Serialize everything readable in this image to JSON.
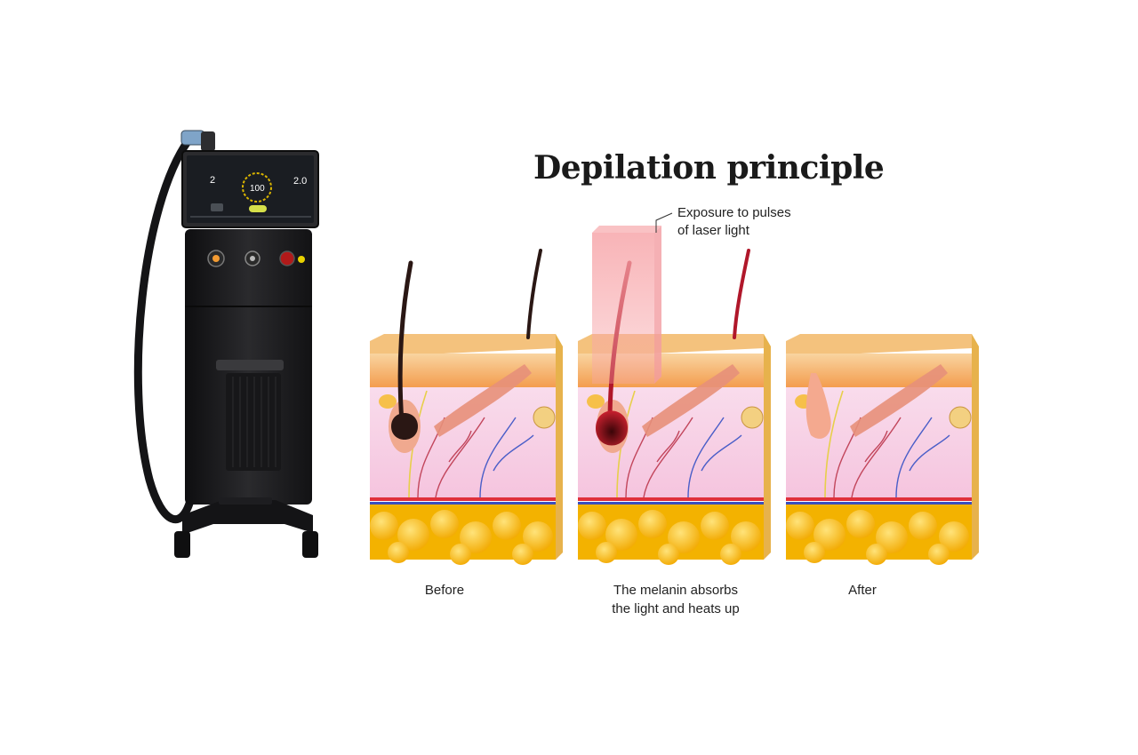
{
  "title": "Depilation principle",
  "annotation": {
    "line1": "Exposure to pulses",
    "line2": "of laser light"
  },
  "panels": [
    {
      "caption_line1": "Before",
      "caption_line2": ""
    },
    {
      "caption_line1": "The melanin absorbs",
      "caption_line2": "the light and heats up"
    },
    {
      "caption_line1": "After",
      "caption_line2": ""
    }
  ],
  "device": {
    "screen": {
      "left_value": "2",
      "center_value": "100",
      "right_value": "2.0"
    }
  },
  "colors": {
    "skin_top": "#f6b977",
    "dermis": "#f8d3e6",
    "fat": "#f6b900",
    "hair_dark": "#2a1714",
    "hair_red": "#b0172a",
    "laser": "#f6a3a8",
    "machine": "#1b1b1d"
  }
}
